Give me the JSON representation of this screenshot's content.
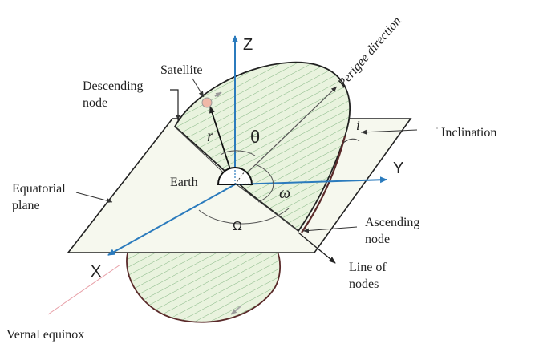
{
  "labels": {
    "satellite": "Satellite",
    "descending_node_1": "Descending",
    "descending_node_2": "node",
    "perigee_direction": "Perigee direction",
    "inclination": "Inclination",
    "equatorial_plane_1": "Equatorial",
    "equatorial_plane_2": "plane",
    "earth": "Earth",
    "ascending_node_1": "Ascending",
    "ascending_node_2": "node",
    "line_of_nodes_1": "Line of",
    "line_of_nodes_2": "nodes",
    "vernal_equinox": "Vernal equinox"
  },
  "axes": {
    "x": "X",
    "y": "Y",
    "z": "Z"
  },
  "symbols": {
    "r": "r",
    "theta": "θ",
    "omega": "ω",
    "Omega": "Ω",
    "i": "i"
  },
  "colors": {
    "axis_blue": "#2b7bbd",
    "plane_fill": "#f5f8ee",
    "orbit_fill": "#e4f0d8",
    "hatch": "#6fa76f",
    "ink": "#222222",
    "orbit_line": "#5a2a2a",
    "satellite": "#f0b8a8",
    "equinox_line": "#e8a0a8"
  }
}
